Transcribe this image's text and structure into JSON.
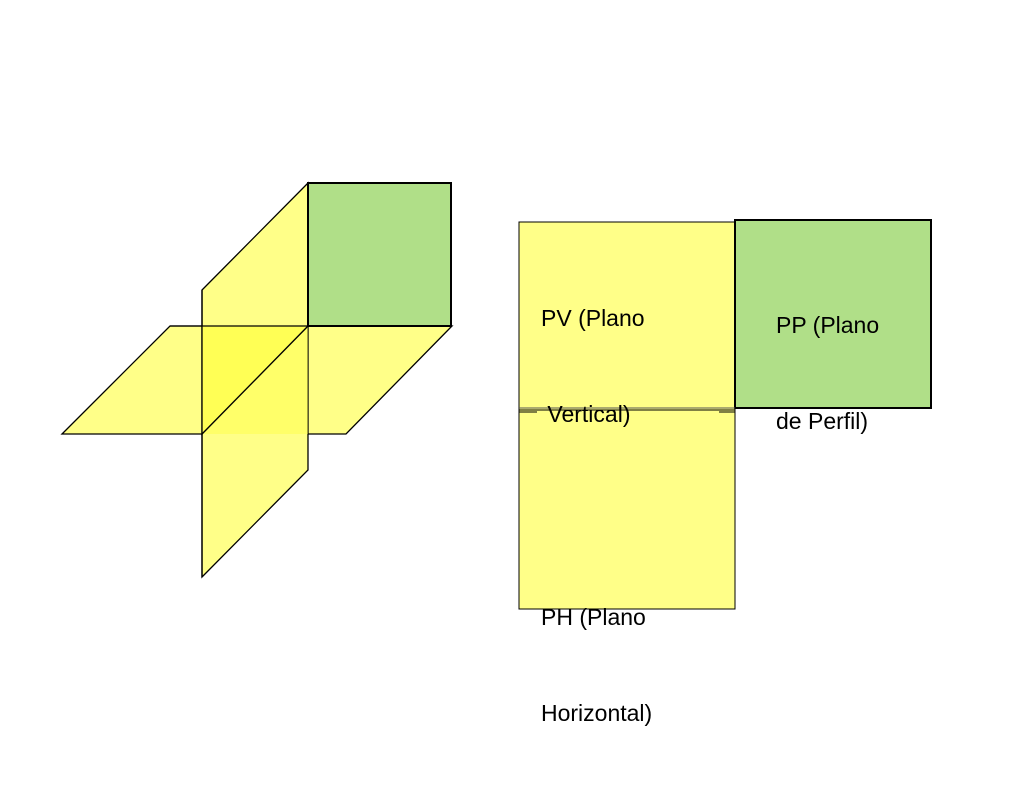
{
  "colors": {
    "plane_yellow": "#ffff88",
    "plane_green": "#b0df88",
    "overlap_yellow": "#ffff55",
    "outline": "#000000"
  },
  "labels": {
    "pv": {
      "line1": "PV (Plano",
      "line2": " Vertical)"
    },
    "pp": {
      "line1": "PP (Plano",
      "line2": "de Perfil)"
    },
    "ph": {
      "line1": "PH (Plano",
      "line2": "Horizontal)"
    }
  }
}
